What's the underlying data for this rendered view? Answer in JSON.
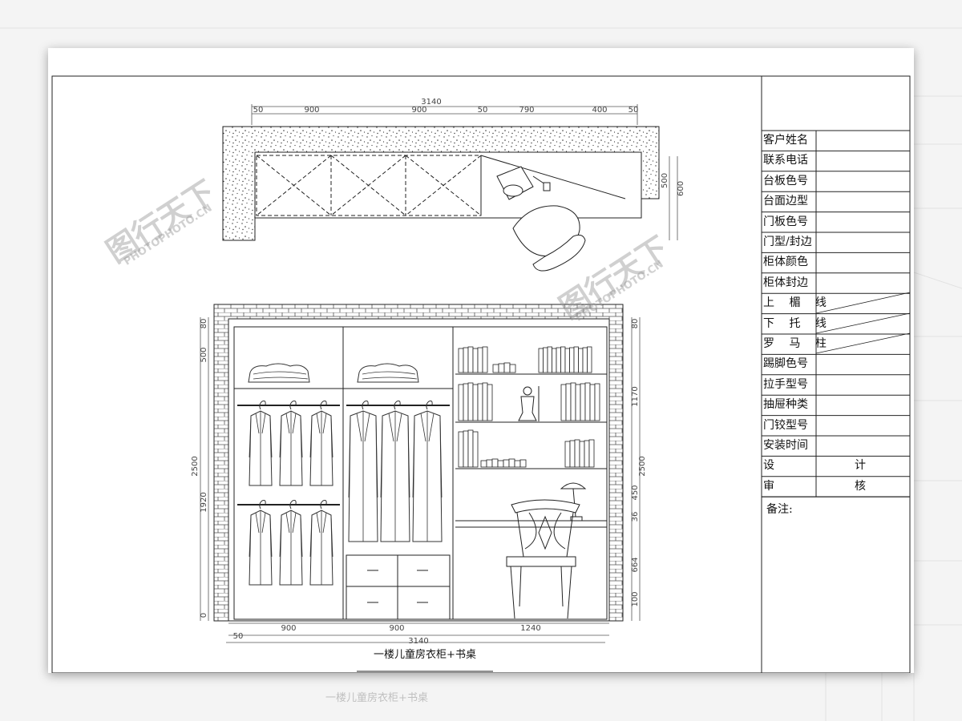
{
  "plan_dims": {
    "total": "3140",
    "segments": [
      "50",
      "900",
      "900",
      "50",
      "790",
      "400",
      "50"
    ],
    "side": [
      "500",
      "600"
    ]
  },
  "elevation_dims": {
    "bottom_segments": [
      "900",
      "900",
      "1240"
    ],
    "bottom_margin": "50",
    "total": "3140",
    "left": [
      "80",
      "500",
      "2500",
      "1920",
      "0"
    ],
    "right": [
      "80",
      "1170",
      "2500",
      "450",
      "36",
      "664",
      "100"
    ]
  },
  "spec_table": {
    "rows": [
      "客户姓名",
      "联系电话",
      "台板色号",
      "台面边型",
      "门板色号",
      "门型/封边",
      "柜体颜色",
      "柜体封边",
      "上 楣 线",
      "下 托 线",
      "罗 马 柱",
      "踢脚色号",
      "拉手型号",
      "抽屉种类",
      "门铰型号",
      "安装时间",
      "设　　计",
      "审　　核"
    ],
    "remarks_label": "备注:"
  },
  "caption": "一楼儿童房衣柜+书桌",
  "watermark": {
    "brand": "图行天下",
    "url": "PHOTOPHOTO.CN"
  }
}
